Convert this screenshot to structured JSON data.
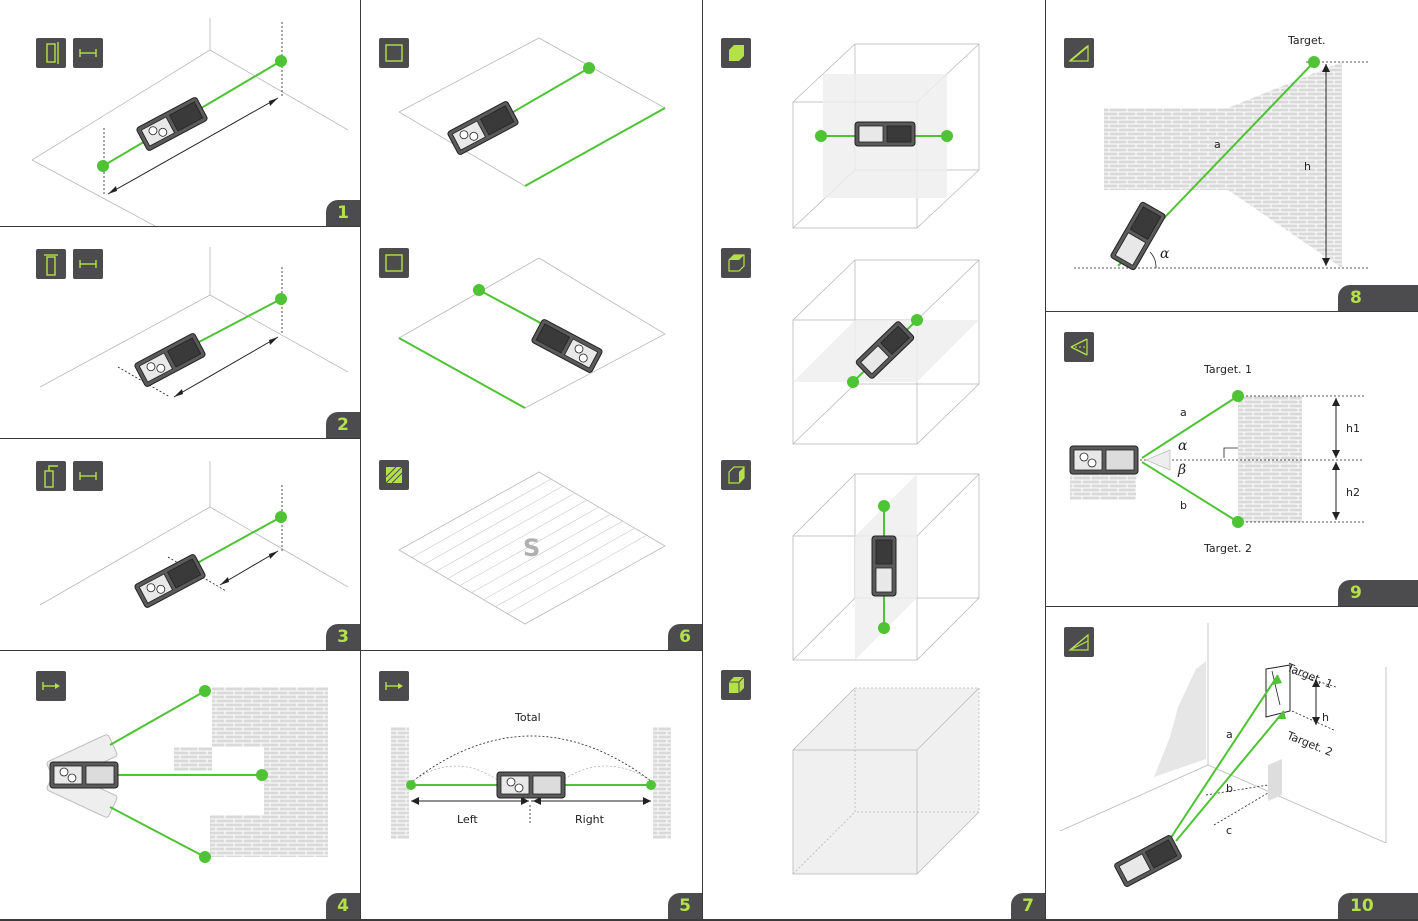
{
  "colors": {
    "beam": "#4ec334",
    "accent": "#b4e04a",
    "badge": "#4c4c4e",
    "grid": "#b9b9b9",
    "brick": "#d9d9d9"
  },
  "panels": [
    {
      "number": "1",
      "icons": [
        "device-rear-reference-icon",
        "distance-icon"
      ]
    },
    {
      "number": "2",
      "icons": [
        "device-front-reference-icon",
        "distance-icon"
      ]
    },
    {
      "number": "3",
      "icons": [
        "device-bracket-reference-icon",
        "distance-icon"
      ]
    },
    {
      "number": "4",
      "icons": [
        "continuous-measure-icon"
      ]
    },
    {
      "number": "5",
      "icons": [
        "continuous-measure-icon"
      ],
      "labels": {
        "total": "Total",
        "left": "Left",
        "right": "Right"
      }
    },
    {
      "number": "6",
      "icons": [
        "area-icon",
        "area-icon",
        "surface-icon"
      ],
      "labels": {
        "surface": "S"
      }
    },
    {
      "number": "7",
      "icons": [
        "volume-icon",
        "volume-icon",
        "volume-icon",
        "volume-icon"
      ]
    },
    {
      "number": "8",
      "icons": [
        "single-pythagoras-icon"
      ],
      "labels": {
        "target": "Target.",
        "a": "a",
        "h": "h",
        "alpha": "α"
      }
    },
    {
      "number": "9",
      "icons": [
        "double-pythagoras-icon"
      ],
      "labels": {
        "target1": "Target. 1",
        "target2": "Target. 2",
        "a": "a",
        "b": "b",
        "h1": "h1",
        "h2": "h2",
        "alpha": "α",
        "beta": "β"
      }
    },
    {
      "number": "10",
      "icons": [
        "triangle-height-icon"
      ],
      "labels": {
        "target1": "Target. 1",
        "target2": "Target. 2",
        "a": "a",
        "b": "b",
        "c": "c",
        "h": "h"
      }
    }
  ]
}
